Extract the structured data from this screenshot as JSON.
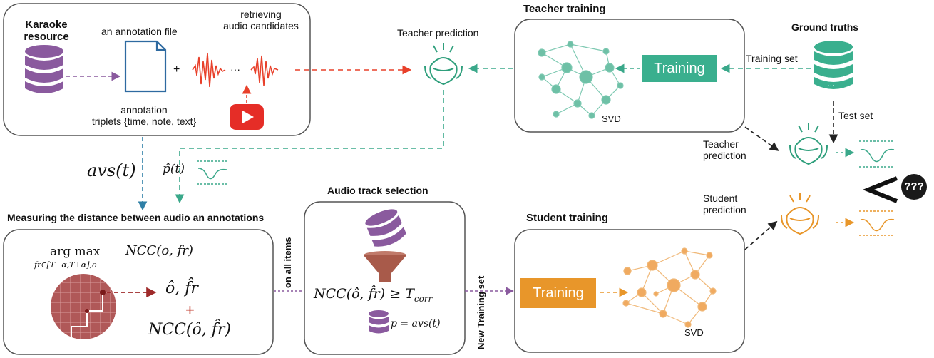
{
  "karaoke": {
    "title_line1": "Karaoke",
    "title_line2": "resource",
    "annotation_file": "an annotation file",
    "retrieving_line1": "retrieving",
    "retrieving_line2": "audio candidates",
    "plus": "+",
    "dots": "···",
    "annotation_line1": "annotation",
    "annotation_line2": "triplets {time, note, text}"
  },
  "teacher": {
    "prediction_label": "Teacher prediction",
    "training_title": "Teacher training",
    "training_button": "Training",
    "svd": "SVD"
  },
  "ground_truths": {
    "title": "Ground truths",
    "training_set": "Training set",
    "test_set": "Test set",
    "dots": "···"
  },
  "comparison": {
    "teacher_pred_line1": "Teacher",
    "teacher_pred_line2": "prediction",
    "student_pred_line1": "Student",
    "student_pred_line2": "prediction",
    "question": "???"
  },
  "signals": {
    "avs": "avs(t)",
    "p_hat": "p̂(t)"
  },
  "measuring": {
    "title": "Measuring the distance between audio an annotations",
    "argmax": "arg max",
    "argmax_sub": "fr∈[T−α,T+α],o",
    "ncc": "NCC(o, fr)",
    "o_fr_hat": "ô, f̂r",
    "plus": "+",
    "ncc_hat": "NCC(ô, f̂r)"
  },
  "selection": {
    "title": "Audio track selection",
    "on_all_items": "on all items",
    "condition": "NCC(ô, f̂r) ≥ T",
    "condition_sub": "corr",
    "p_equals": "p = avs(t)",
    "new_training_set": "New Training set"
  },
  "student": {
    "title": "Student  training",
    "training_button": "Training",
    "svd": "SVD"
  },
  "colors": {
    "purple": "#8a5a9e",
    "red": "#e8402a",
    "teal": "#3aa88a",
    "orange": "#e8962a",
    "blue": "#2e7fa6",
    "darkred": "#9e2a2a"
  }
}
